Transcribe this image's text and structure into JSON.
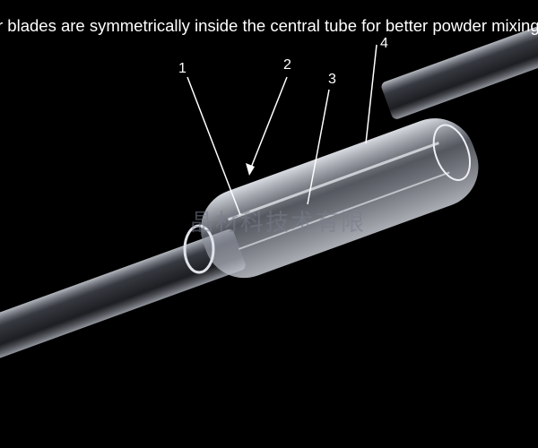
{
  "caption": "r blades are symmetrically inside the central tube for better powder mixing:",
  "labels": [
    "1",
    "2",
    "3",
    "4"
  ],
  "watermark": "晶材科技术有限"
}
